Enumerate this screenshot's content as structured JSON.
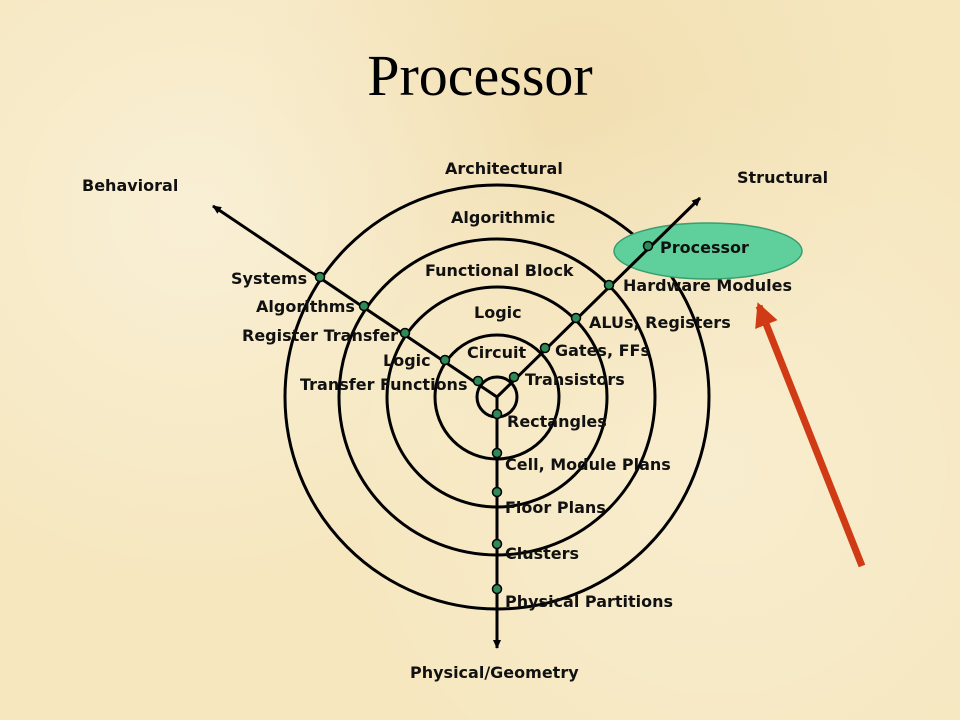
{
  "title": "Processor",
  "axes": {
    "behavioral": "Behavioral",
    "structural": "Structural",
    "physical": "Physical/Geometry"
  },
  "levels": {
    "architectural": "Architectural",
    "algorithmic": "Algorithmic",
    "functional_block": "Functional Block",
    "logic": "Logic",
    "circuit": "Circuit"
  },
  "behavioral_items": [
    "Systems",
    "Algorithms",
    "Register Transfer",
    "Logic",
    "Transfer Functions"
  ],
  "structural_items": [
    "Processor",
    "Hardware Modules",
    "ALUs, Registers",
    "Gates, FFs",
    "Transistors"
  ],
  "physical_items": [
    "Physical Partitions",
    "Clusters",
    "Floor Plans",
    "Cell, Module Plans",
    "Rectangles"
  ],
  "colors": {
    "background": "#f6e7bf",
    "highlight": "#5fcf9c",
    "node": "#2e8b57",
    "arrow": "#d03a14"
  }
}
